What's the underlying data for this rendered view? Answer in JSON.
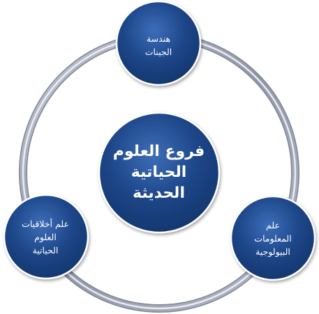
{
  "diagram": {
    "colors": {
      "ring": "#9aa1b0",
      "ring_highlight": "#eef0f6",
      "node_fill": "#1c4587",
      "node_fill_light": "#3d6db8",
      "node_border": "#ffffff",
      "text": "#ffffff"
    },
    "center": {
      "lines": [
        "فروع العلوم",
        "الحياتية",
        "الحديثة"
      ]
    },
    "nodes": [
      {
        "id": "top",
        "lines": [
          "هندسة",
          "الجينات"
        ]
      },
      {
        "id": "bottom-left",
        "lines": [
          "علم أخلاقيات",
          "العلوم",
          "الحياتية"
        ]
      },
      {
        "id": "bottom-right",
        "lines": [
          "علم",
          "المعلومات",
          "البيولوجية"
        ]
      }
    ]
  }
}
